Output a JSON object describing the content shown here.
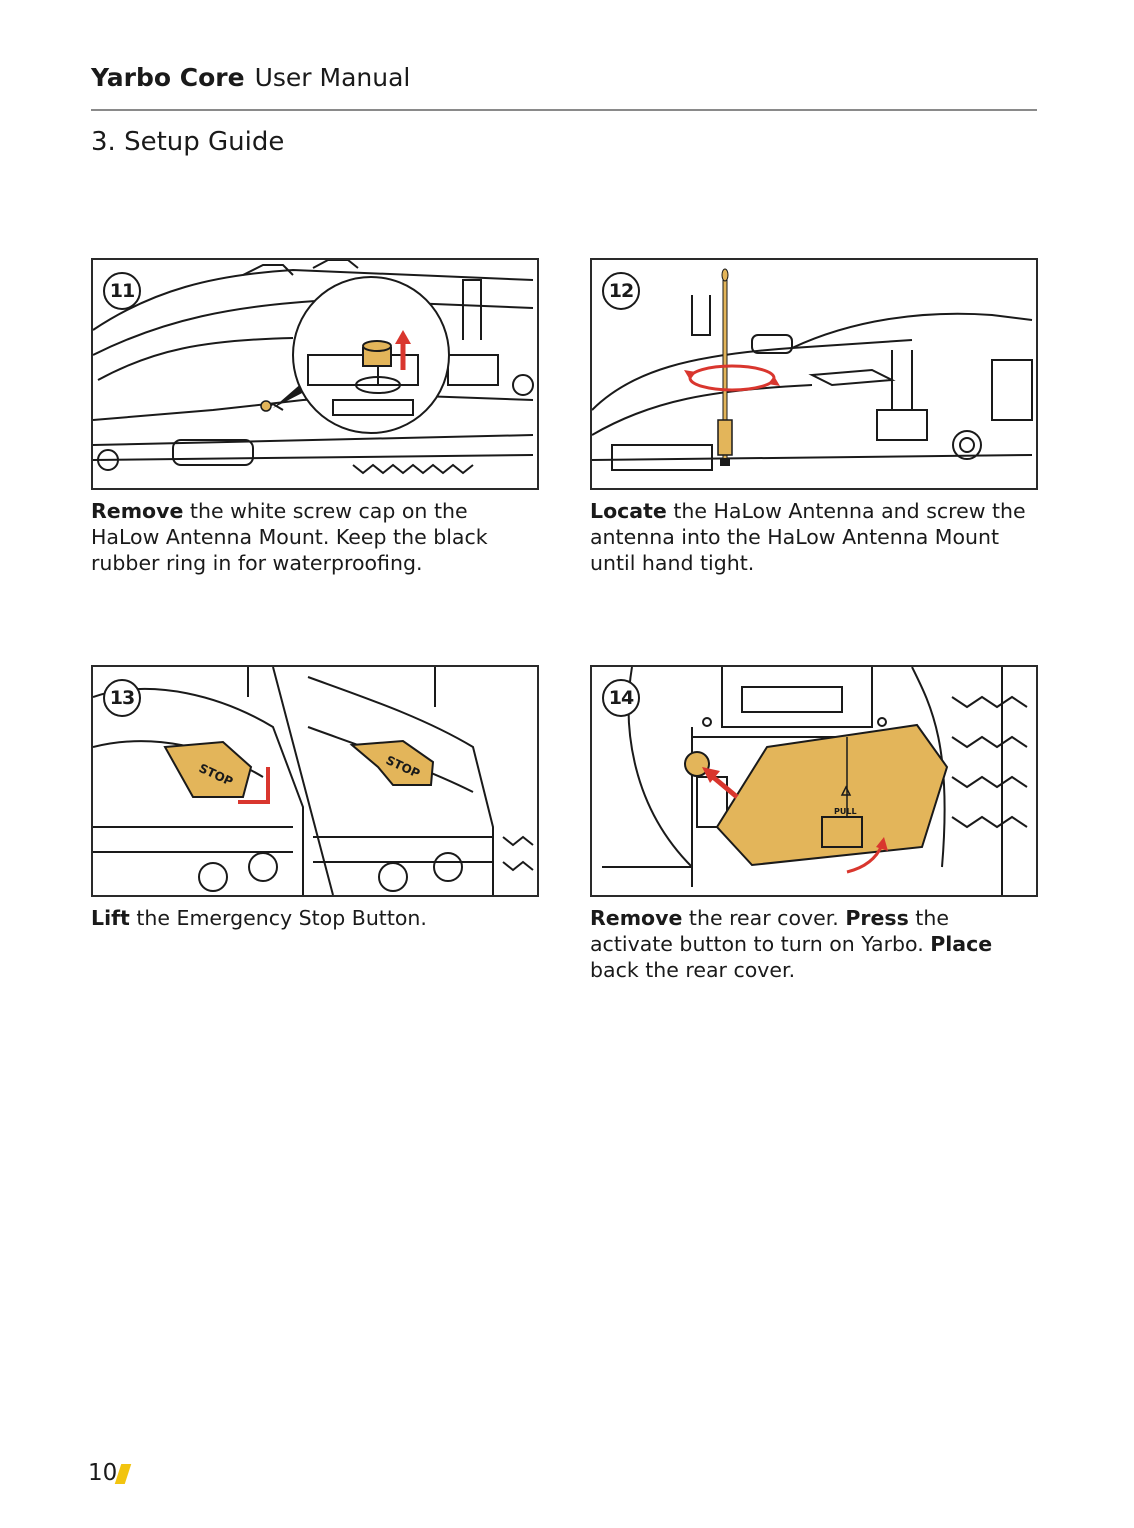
{
  "header": {
    "brand": "Yarbo Core",
    "subtitle": "User Manual"
  },
  "section": {
    "title": "3. Setup Guide"
  },
  "steps": [
    {
      "number": "11",
      "caption": {
        "action": "Remove",
        "text": " the white screw cap on the HaLow Antenna Mount. Keep the black rubber ring in for waterproofing."
      }
    },
    {
      "number": "12",
      "caption": {
        "action": "Locate",
        "text": " the HaLow Antenna and screw the antenna into the HaLow Antenna Mount until hand tight."
      }
    },
    {
      "number": "13",
      "caption": {
        "action": "Lift",
        "text": " the Emergency Stop Button."
      },
      "labels": {
        "stop": "STOP"
      }
    },
    {
      "number": "14",
      "caption": {
        "action": "Remove",
        "text_1": " the rear cover. ",
        "action_2": "Press",
        "text_2": " the activate button to turn on Yarbo. ",
        "action_3": "Place",
        "text_3": " back the rear cover."
      },
      "labels": {
        "pull": "PULL"
      }
    }
  ],
  "footer": {
    "page_number": "10"
  },
  "colors": {
    "accent": "#f2c40f",
    "highlight": "#e3b55a",
    "arrow": "#d9362e",
    "rule": "#8a8a8a"
  }
}
